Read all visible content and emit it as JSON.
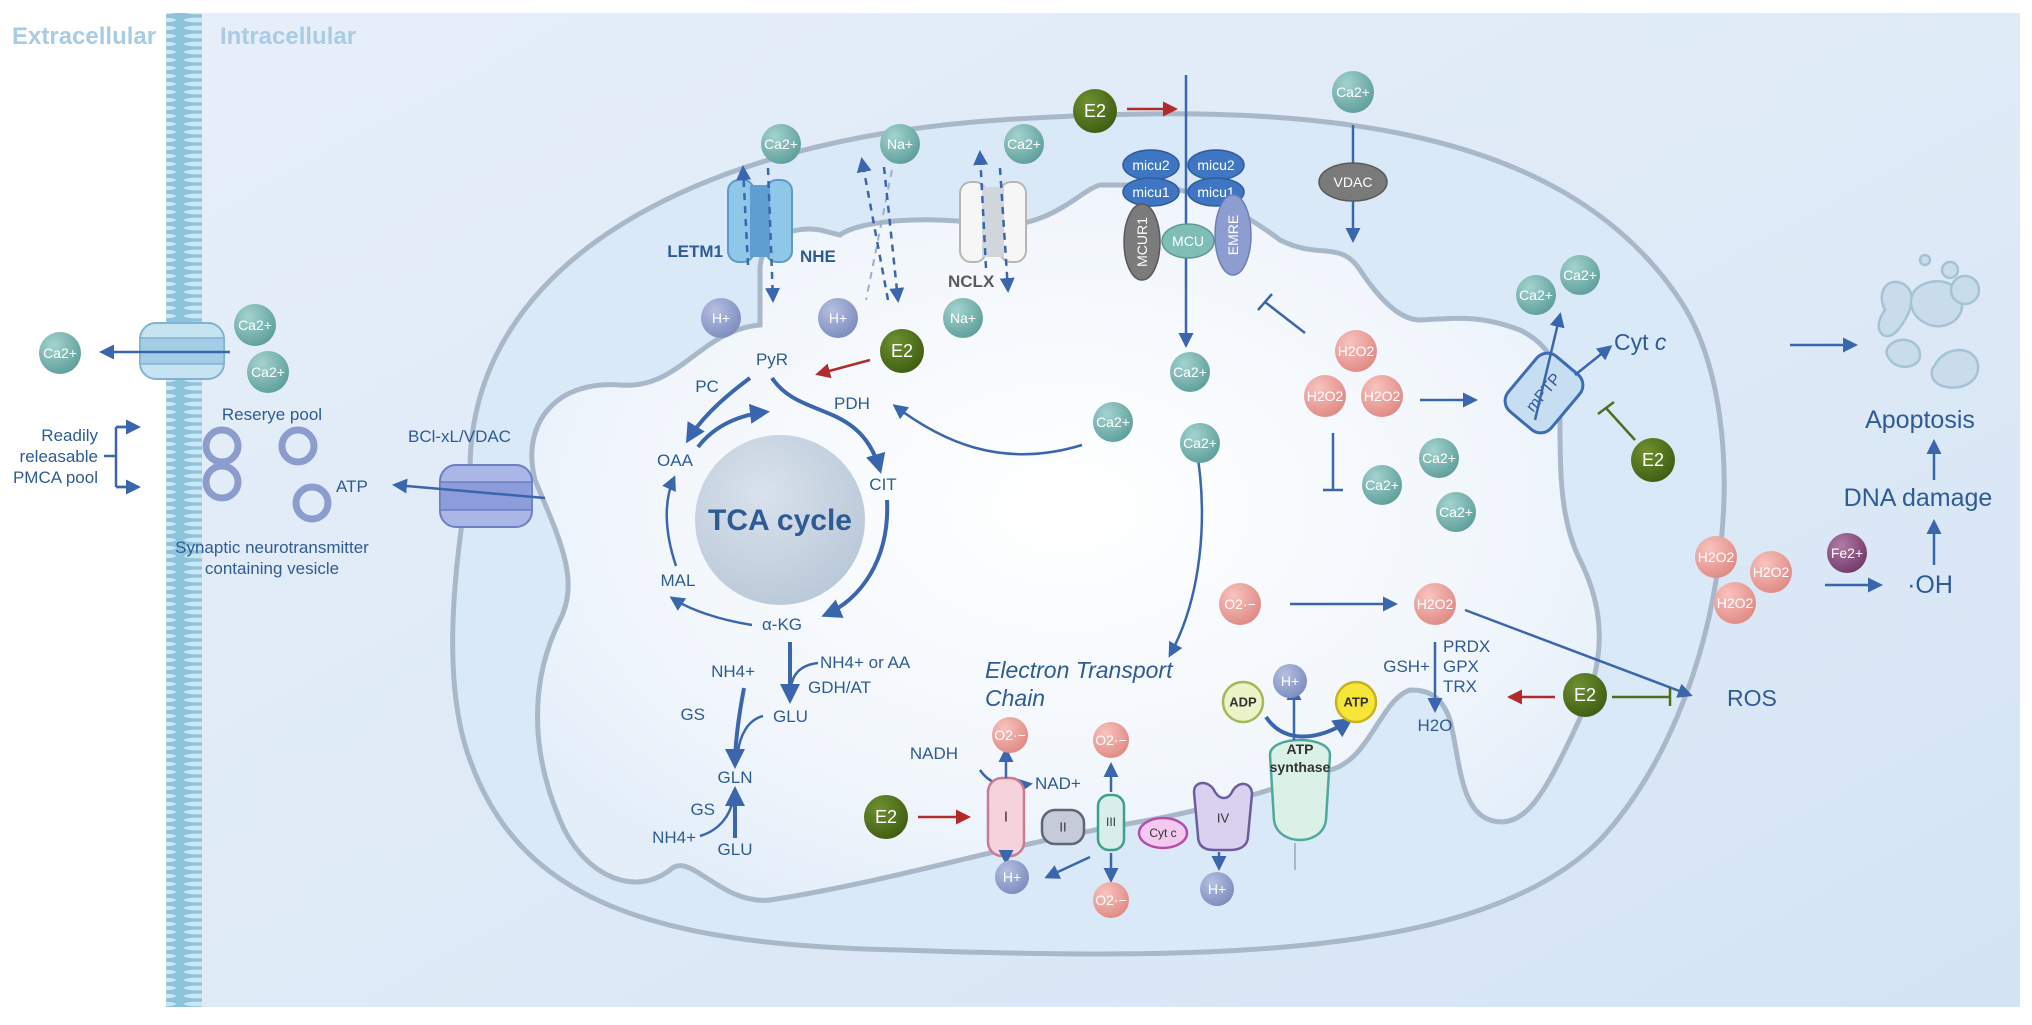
{
  "regions": {
    "extracellular": "Extracellular",
    "intracellular": "Intracellular"
  },
  "synapse": {
    "ca_out": "Ca2+",
    "ca_in_1": "Ca2+",
    "ca_in_2": "Ca2+",
    "readily_releasable": [
      "Readily",
      "releasable",
      "PMCA pool"
    ],
    "reserve_pool": "Reserye pool",
    "atp": "ATP",
    "vesicle_caption": [
      "Synaptic neurotransmitter",
      "containing vesicle"
    ],
    "bcl_vdac": "BCl-xL/VDAC"
  },
  "exchangers": {
    "letm1": "LETM1",
    "nhe": "NHE",
    "nclx": "NCLX",
    "ions": {
      "ca_top_1": "Ca2+",
      "na_top": "Na+",
      "ca_top_2": "Ca2+",
      "h_bottom_1": "H+",
      "h_bottom_2": "H+",
      "na_bottom": "Na+"
    }
  },
  "e2": "E2",
  "tca": {
    "title": "TCA cycle",
    "pyr": "PyR",
    "pc": "PC",
    "pdh": "PDH",
    "oaa": "OAA",
    "cit": "CIT",
    "mal": "MAL",
    "akg": "α-KG",
    "nh4_or_aa": "NH4+ or AA",
    "gdh_at": "GDH/AT",
    "nh4_1": "NH4+",
    "gs_1": "GS",
    "glu_1": "GLU",
    "gln": "GLN",
    "gs_2": "GS",
    "nh4_2": "NH4+",
    "glu_2": "GLU"
  },
  "mcu_complex": {
    "micu2_a": "micu2",
    "micu2_b": "micu2",
    "micu1_a": "micu1",
    "micu1_b": "micu1",
    "mcur1": "MCUR1",
    "mcu": "MCU",
    "emre": "EMRE",
    "ca_cyto": "Ca2+",
    "ca_matrix": "Ca2+",
    "vdac": "VDAC"
  },
  "ros": {
    "h2o2": "H2O2",
    "o2": "O2·−",
    "ca": "Ca2+",
    "mptp": "mPTP",
    "cyt_c": "Cyt",
    "cyt_c_italic": "c",
    "prdx": "PRDX",
    "gpx": "GPX",
    "trx": "TRX",
    "gsh": "GSH+",
    "h2o": "H2O",
    "ros_label": "ROS",
    "fe": "Fe2+",
    "oh": "·OH",
    "dna_damage": "DNA damage",
    "apoptosis": "Apoptosis"
  },
  "etc": {
    "title_1": "Electron Transport",
    "title_2": "Chain",
    "nadh": "NADH",
    "nad": "NAD+",
    "complex_i": "I",
    "complex_ii": "II",
    "complex_iii": "III",
    "cyt_c": "Cyt c",
    "complex_iv": "IV",
    "atp_synthase_1": "ATP",
    "atp_synthase_2": "synthase",
    "adp": "ADP",
    "atp": "ATP",
    "h": "H+",
    "o2": "O2·−"
  },
  "colors": {
    "arrow_blue": "#3a66ad",
    "e2_green": "#4f7019",
    "ca_teal": "#6fb0ad",
    "h2o2_pink": "#ec9a97",
    "h_purple": "#8e9cc9",
    "fe_purple": "#8a4b7f",
    "atp_yellow": "#f3e23a",
    "inhibit_red": "#b22b2b"
  }
}
